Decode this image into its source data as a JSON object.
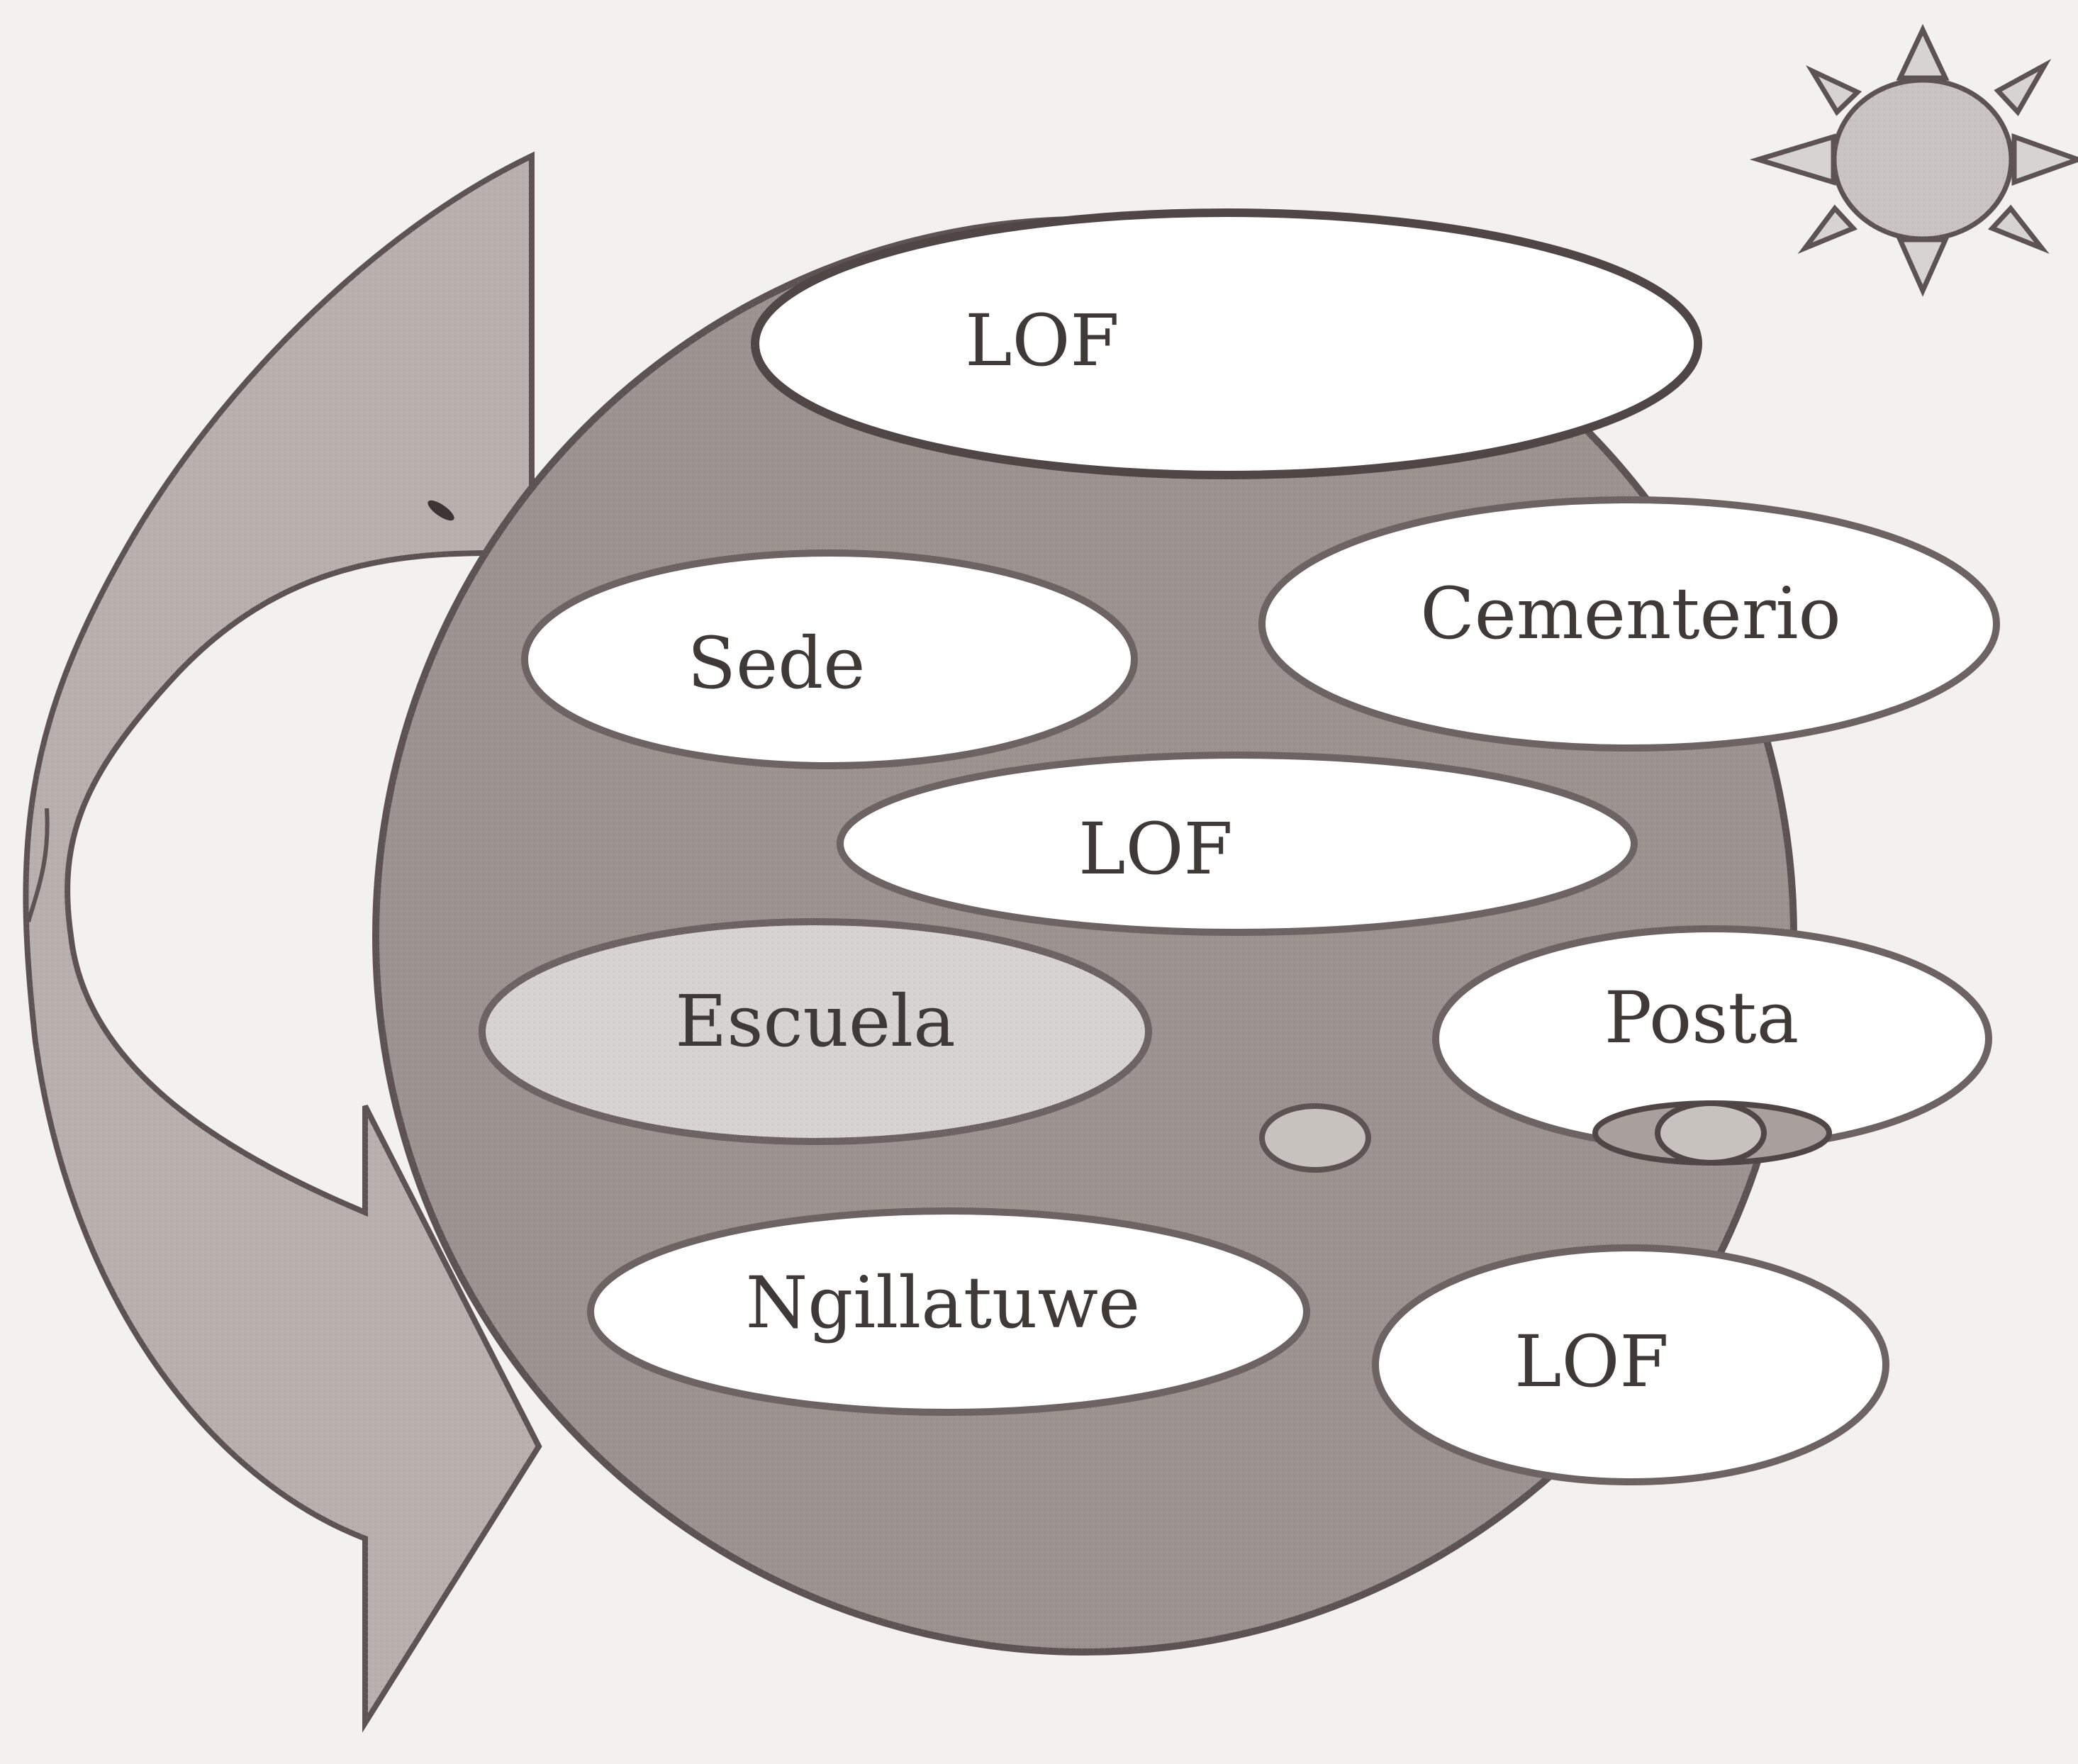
{
  "diagram": {
    "regions": [
      {
        "id": "lof-top",
        "label": "LOF",
        "fill": "#ffffff"
      },
      {
        "id": "sede",
        "label": "Sede",
        "fill": "#ffffff"
      },
      {
        "id": "cementerio",
        "label": "Cementerio",
        "fill": "#ffffff"
      },
      {
        "id": "lof-middle",
        "label": "LOF",
        "fill": "#ffffff"
      },
      {
        "id": "escuela",
        "label": "Escuela",
        "fill": "#d7d3d0"
      },
      {
        "id": "posta",
        "label": "Posta",
        "fill": "#ffffff"
      },
      {
        "id": "ngillatuwe",
        "label": "Ngillatuwe",
        "fill": "#ffffff"
      },
      {
        "id": "lof-bottom",
        "label": "LOF",
        "fill": "#ffffff"
      }
    ],
    "colors": {
      "territory": "#9c928f",
      "outline": "#5d5352",
      "arrow": "#b8b0ad",
      "sun": "#c9c4c1",
      "background": "#f3f1ee"
    },
    "icons": [
      "sun-icon",
      "circular-arrow-icon"
    ]
  }
}
